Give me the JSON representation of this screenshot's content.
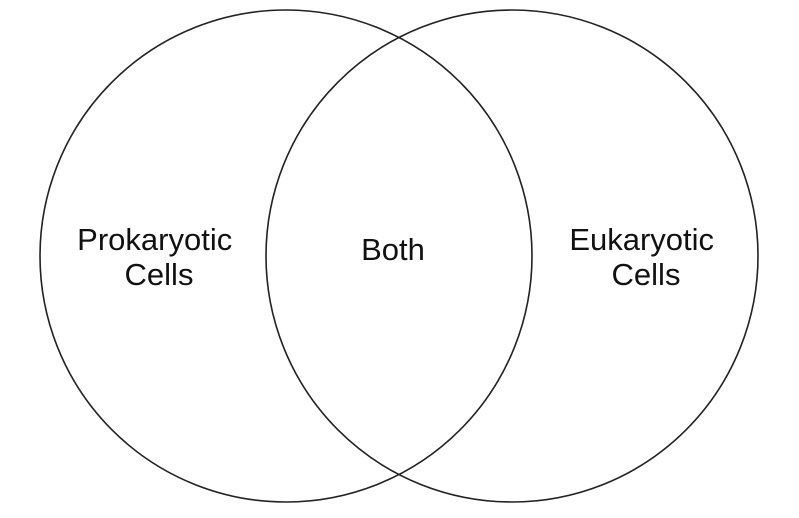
{
  "diagram": {
    "type": "venn",
    "left_set": {
      "line1": "Prokaryotic",
      "line2": "Cells"
    },
    "overlap": {
      "label": "Both"
    },
    "right_set": {
      "line1": "Eukaryotic",
      "line2": "Cells"
    },
    "stroke_color": "#222222",
    "text_color": "#111111",
    "background": "#ffffff"
  }
}
